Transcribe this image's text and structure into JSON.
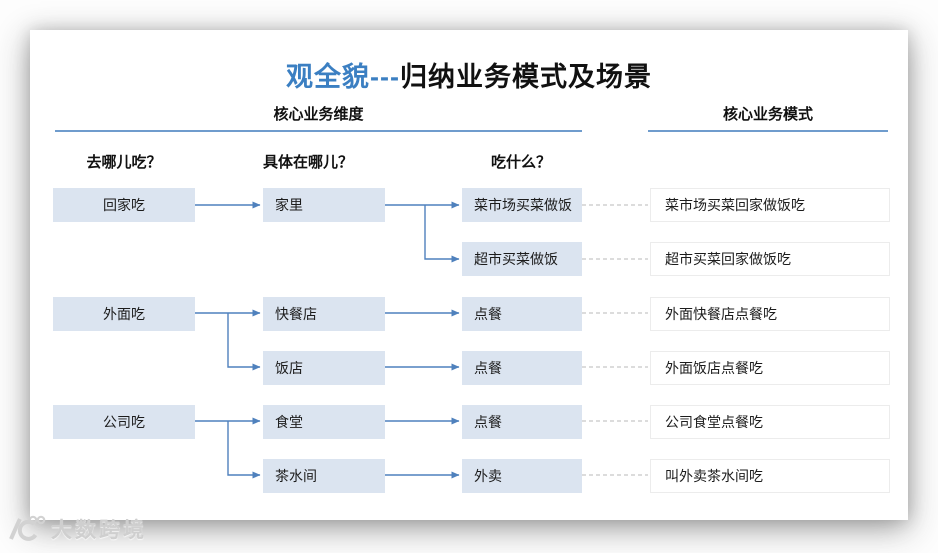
{
  "title": {
    "highlight": "观全貌---",
    "rest": "归纳业务模式及场景"
  },
  "section_headers": {
    "left": "核心业务维度",
    "right": "核心业务模式"
  },
  "column_headers": [
    "去哪儿吃？",
    "具体在哪儿？",
    "吃什么？"
  ],
  "colors": {
    "title_accent": "#3b7fc2",
    "header_line": "#6f9ccd",
    "node_fill": "#dbe4f0",
    "arrow": "#4f81bd",
    "dashed": "#c6c6c6",
    "result_border": "#ececec"
  },
  "nodes": [
    {
      "col": 1,
      "row": 1,
      "label": "回家吃"
    },
    {
      "col": 2,
      "row": 1,
      "label": "家里"
    },
    {
      "col": 3,
      "row": 1,
      "label": "菜市场买菜做饭"
    },
    {
      "col": 3,
      "row": 2,
      "label": "超市买菜做饭"
    },
    {
      "col": 1,
      "row": 3,
      "label": "外面吃"
    },
    {
      "col": 2,
      "row": 3,
      "label": "快餐店"
    },
    {
      "col": 3,
      "row": 3,
      "label": "点餐"
    },
    {
      "col": 2,
      "row": 4,
      "label": "饭店"
    },
    {
      "col": 3,
      "row": 4,
      "label": "点餐"
    },
    {
      "col": 1,
      "row": 5,
      "label": "公司吃"
    },
    {
      "col": 2,
      "row": 5,
      "label": "食堂"
    },
    {
      "col": 3,
      "row": 5,
      "label": "点餐"
    },
    {
      "col": 2,
      "row": 6,
      "label": "茶水间"
    },
    {
      "col": 3,
      "row": 6,
      "label": "外卖"
    }
  ],
  "results": [
    {
      "row": 1,
      "label": "菜市场买菜回家做饭吃"
    },
    {
      "row": 2,
      "label": "超市买菜回家做饭吃"
    },
    {
      "row": 3,
      "label": "外面快餐店点餐吃"
    },
    {
      "row": 4,
      "label": "外面饭店点餐吃"
    },
    {
      "row": 5,
      "label": "公司食堂点餐吃"
    },
    {
      "row": 6,
      "label": "叫外卖茶水间吃"
    }
  ],
  "watermark": {
    "text": "大数跨境",
    "logo": "100-logo"
  }
}
